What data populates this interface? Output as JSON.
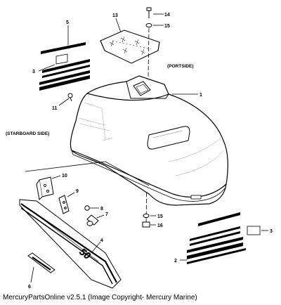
{
  "callouts": {
    "c1": "1",
    "c2": "2",
    "c3a": "3",
    "c3b": "3",
    "c4": "4",
    "c5": "5",
    "c6": "6",
    "c7": "7",
    "c8": "8",
    "c9": "9",
    "c10": "10",
    "c11": "11",
    "c13": "13",
    "c14": "14",
    "c15a": "15",
    "c15b": "15",
    "c16": "16"
  },
  "labels": {
    "portside": "(PORTSIDE)",
    "starboard": "(STARBOARD SIDE)",
    "emblem_text": "50"
  },
  "footer": {
    "caption": "MercuryPartsOnline v2.5.1 (Image Copyright- Mercury Marine)"
  }
}
